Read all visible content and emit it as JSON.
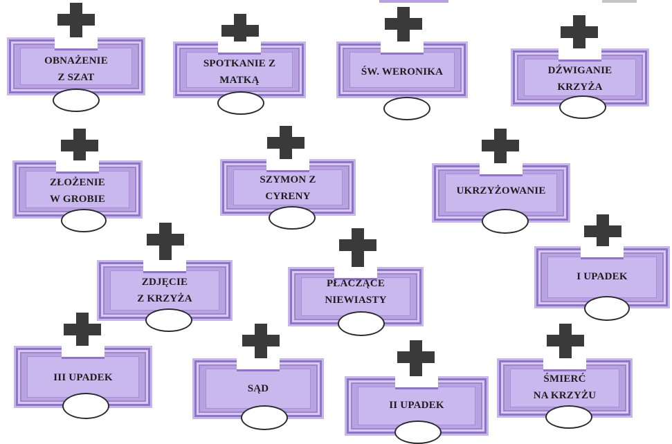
{
  "stations": [
    {
      "line1": "OBNAŻENIE",
      "line2": "Z SZAT"
    },
    {
      "line1": "SPOTKANIE Z",
      "line2": "MATKĄ"
    },
    {
      "line1": "ŚW. WERONIKA",
      "line2": ""
    },
    {
      "line1": "DŹWIGANIE",
      "line2": "KRZYŻA"
    },
    {
      "line1": "ZŁOŻENIE",
      "line2": "W GROBIE"
    },
    {
      "line1": "SZYMON Z",
      "line2": "CYRENY"
    },
    {
      "line1": "UKRZYŻOWANIE",
      "line2": ""
    },
    {
      "line1": "ZDJĘCIE",
      "line2": "Z KRZYŻA"
    },
    {
      "line1": "PŁACZĄCE",
      "line2": "NIEWIASTY"
    },
    {
      "line1": "I UPADEK",
      "line2": ""
    },
    {
      "line1": "III UPADEK",
      "line2": ""
    },
    {
      "line1": "SĄD",
      "line2": ""
    },
    {
      "line1": "II UPADEK",
      "line2": ""
    },
    {
      "line1": "ŚMIERĆ",
      "line2": "NA KRZYŻU"
    }
  ],
  "colors": {
    "plaque": "#b9a2e0",
    "cross": "#3a3a3a",
    "answer_border": "#2b2b2b"
  }
}
